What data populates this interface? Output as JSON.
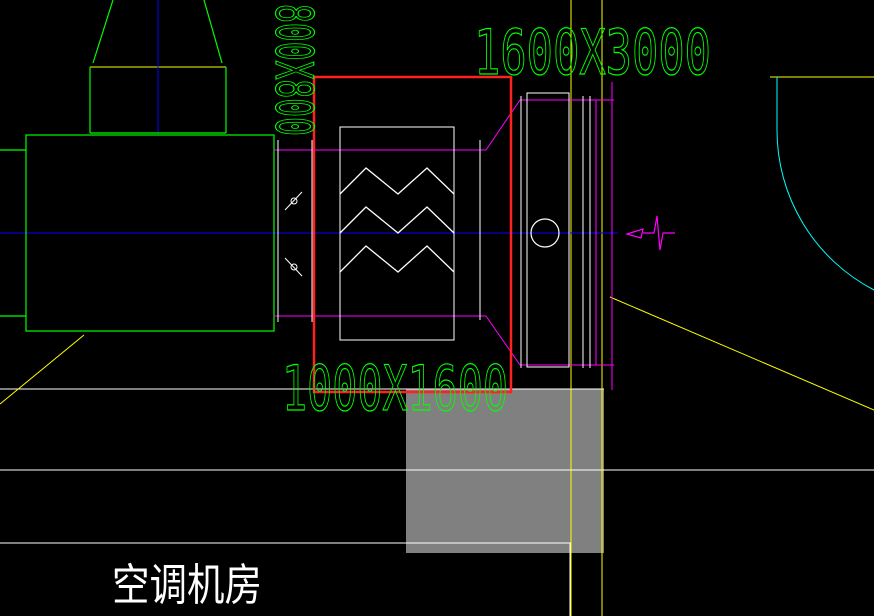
{
  "labels": {
    "duct_size_top": "1600X3000",
    "duct_size_bottom": "1000X1600",
    "duct_size_vertical": "800X800",
    "room_name": "空调机房"
  },
  "colors": {
    "background": "#000000",
    "equipment": "#00ff00",
    "duct_outline": "#ff00ff",
    "drawing_lines": "#ffffff",
    "axis_line": "#0000ff",
    "reference_line": "#ffff00",
    "arc": "#00ffff",
    "highlight": "#ff2020",
    "shaded_region": "#808080"
  },
  "icons": [
    "heating-coil-zigzag-icon",
    "fan-circle-icon",
    "damper-icon",
    "section-arrow-icon"
  ]
}
